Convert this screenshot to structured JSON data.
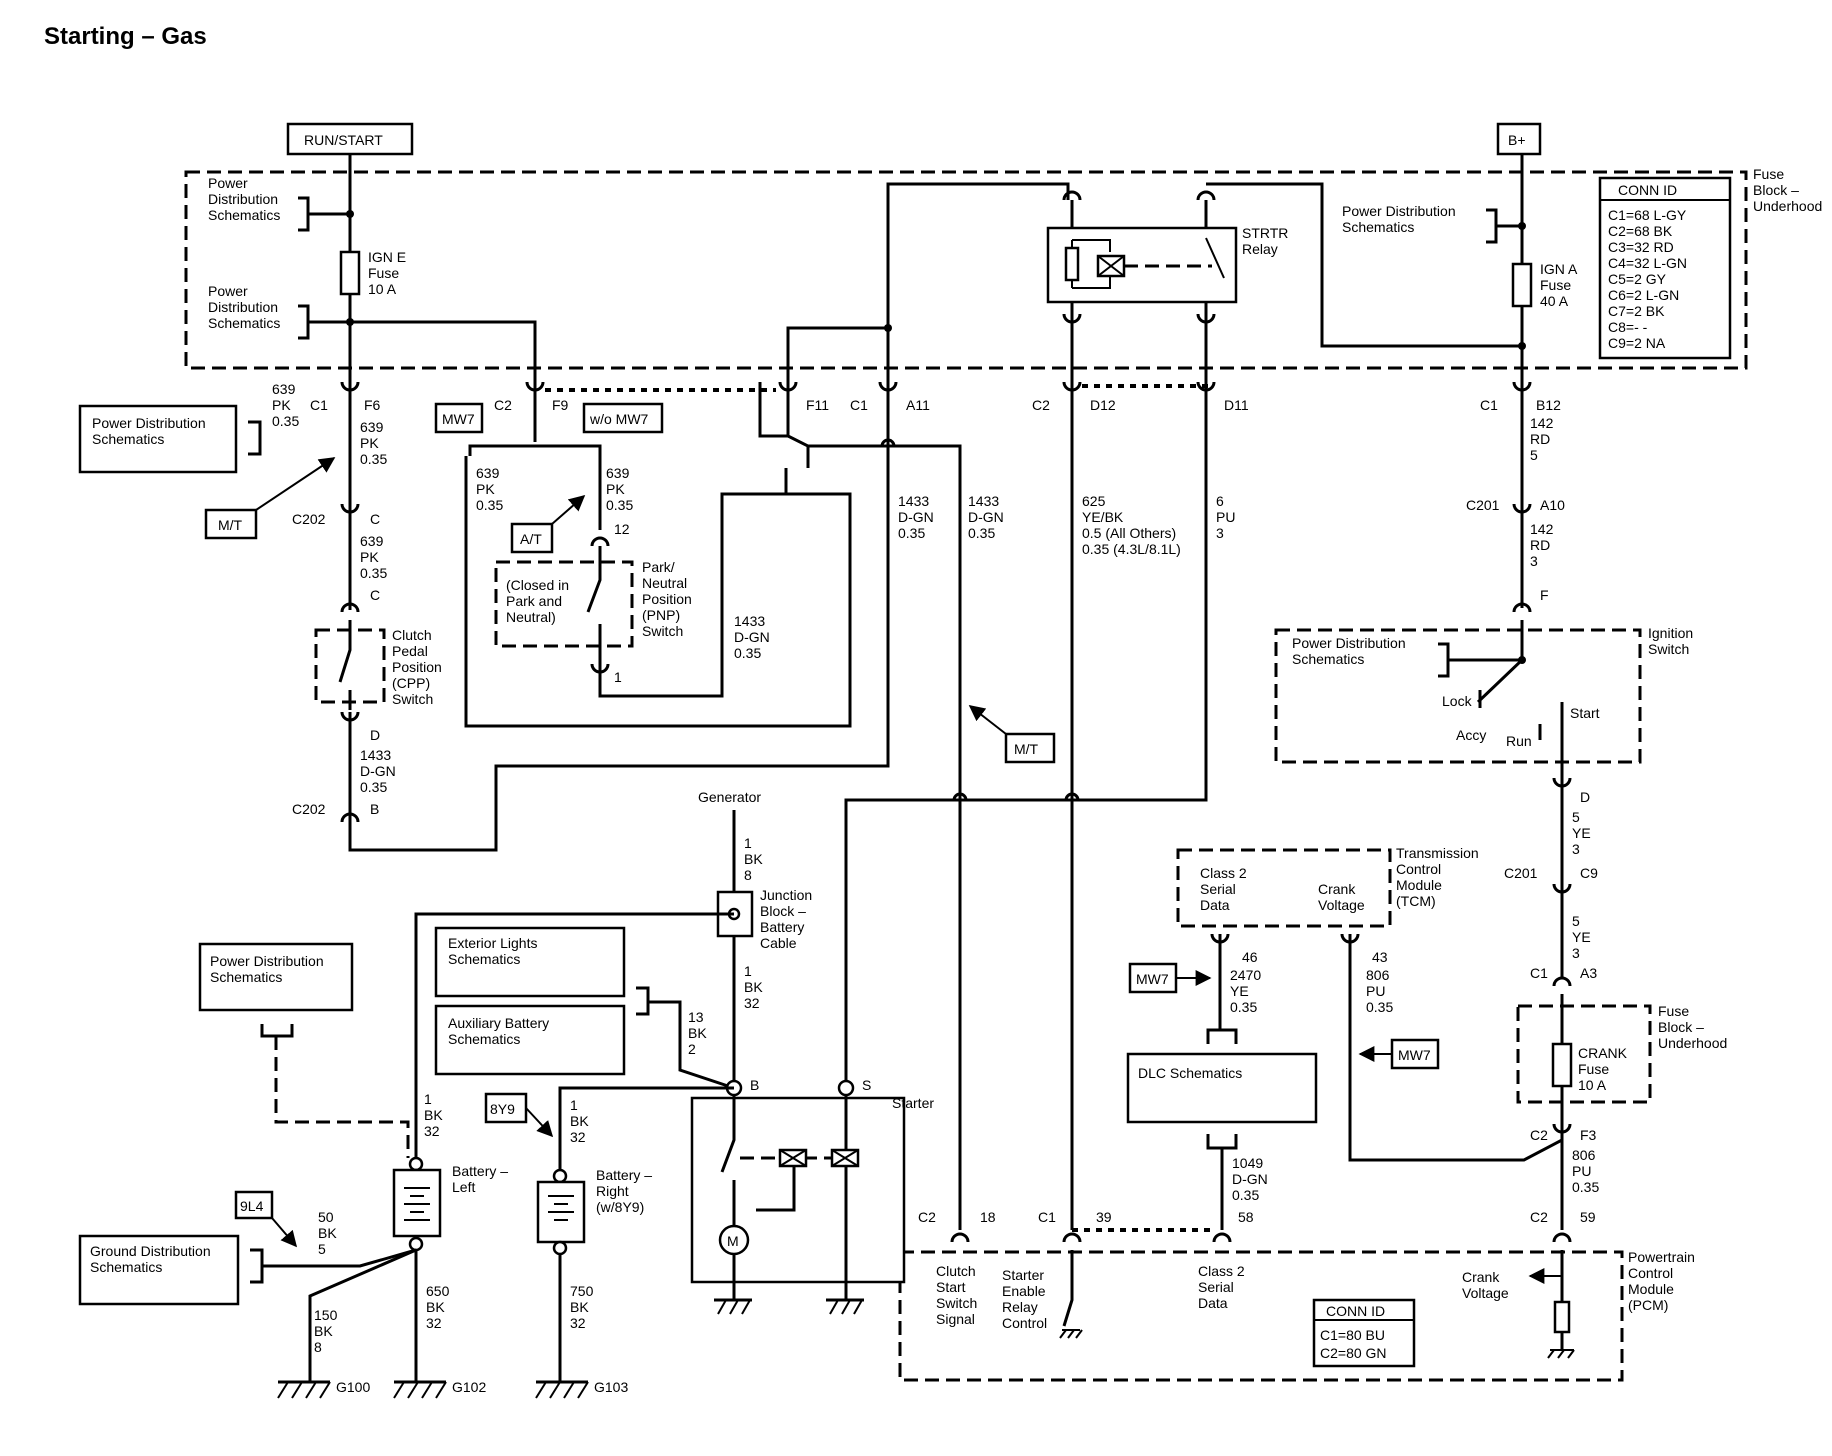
{
  "title": "Starting – Gas",
  "power": {
    "run_start": "RUN/START",
    "b_plus": "B+"
  },
  "fuse_block": {
    "name": [
      "Fuse",
      "Block –",
      "Underhood"
    ],
    "conn_title": "CONN ID",
    "conn_lines": [
      "C1=68 L-GY",
      "C2=68 BK",
      "C3=32 RD",
      "C4=32 L-GN",
      "C5=2 GY",
      "C6=2 L-GN",
      "C7=2 BK",
      "C8=- -",
      "C9=2 NA"
    ],
    "pds1": [
      "Power",
      "Distribution",
      "Schematics"
    ],
    "pds2": [
      "Power",
      "Distribution",
      "Schematics"
    ],
    "pds3": [
      "Power Distribution",
      "Schematics"
    ],
    "ign_e": [
      "IGN E",
      "Fuse",
      "10 A"
    ],
    "ign_a": [
      "IGN A",
      "Fuse",
      "40 A"
    ],
    "relay": [
      "STRTR",
      "Relay"
    ]
  },
  "connectors": {
    "c1_left": "C1",
    "f6": "F6",
    "c2": "C2",
    "f9": "F9",
    "f11": "F11",
    "c1_mid": "C1",
    "a11": "A11",
    "c2_d12": "C2",
    "d12": "D12",
    "d11": "D11",
    "c1_b12": "C1",
    "b12": "B12",
    "c202_top": "C202",
    "c_top": "C",
    "c_mid": "C",
    "d": "D",
    "c202_bot": "C202",
    "b": "B",
    "c201_top": "C201",
    "a10": "A10",
    "f": "F",
    "d_ign": "D",
    "c201_bot": "C201",
    "c9": "C9",
    "c1_a3": "C1",
    "a3": "A3",
    "c2_f3": "C2",
    "f3": "F3",
    "c2_59": "C2",
    "p59": "59",
    "c2_18": "C2",
    "p18": "18",
    "c1_39": "C1",
    "p39": "39",
    "p58": "58",
    "p12": "12",
    "p1": "1",
    "p46": "46",
    "p43": "43",
    "b_term": "B",
    "s_term": "S"
  },
  "wires": {
    "w639_c1": [
      "639",
      "PK",
      "0.35"
    ],
    "w639_f6": [
      "639",
      "PK",
      "0.35"
    ],
    "w639_c202": [
      "639",
      "PK",
      "0.35"
    ],
    "w639_mw7": [
      "639",
      "PK",
      "0.35"
    ],
    "w639_at": [
      "639",
      "PK",
      "0.35"
    ],
    "w1433_cpp": [
      "1433",
      "D-GN",
      "0.35"
    ],
    "w1433_pnp": [
      "1433",
      "D-GN",
      "0.35"
    ],
    "w1433_a": [
      "1433",
      "D-GN",
      "0.35"
    ],
    "w1433_b": [
      "1433",
      "D-GN",
      "0.35"
    ],
    "w625": [
      "625",
      "YE/BK",
      "0.5 (All Others)",
      "0.35 (4.3L/8.1L)"
    ],
    "w6": [
      "6",
      "PU",
      "3"
    ],
    "w142a": [
      "142",
      "RD",
      "5"
    ],
    "w142b": [
      "142",
      "RD",
      "3"
    ],
    "w5a": [
      "5",
      "YE",
      "3"
    ],
    "w5b": [
      "5",
      "YE",
      "3"
    ],
    "w806a": [
      "806",
      "PU",
      "0.35"
    ],
    "w806b": [
      "806",
      "PU",
      "0.35"
    ],
    "w2470": [
      "2470",
      "YE",
      "0.35"
    ],
    "w1049": [
      "1049",
      "D-GN",
      "0.35"
    ],
    "w1bk8": [
      "1",
      "BK",
      "8"
    ],
    "w1bk32a": [
      "1",
      "BK",
      "32"
    ],
    "w13": [
      "13",
      "BK",
      "2"
    ],
    "w1bk32b": [
      "1",
      "BK",
      "32"
    ],
    "w1bk32c": [
      "1",
      "BK",
      "32"
    ],
    "w50": [
      "50",
      "BK",
      "5"
    ],
    "w150": [
      "150",
      "BK",
      "8"
    ],
    "w650": [
      "650",
      "BK",
      "32"
    ],
    "w750": [
      "750",
      "BK",
      "32"
    ]
  },
  "options": {
    "mw7": "MW7",
    "wo_mw7": "w/o MW7",
    "mt": "M/T",
    "at": "A/T",
    "y9": "8Y9",
    "l4": "9L4"
  },
  "components": {
    "pds_left": [
      "Power Distribution",
      "Schematics"
    ],
    "cpp": [
      "Clutch",
      "Pedal",
      "Position",
      "(CPP)",
      "Switch"
    ],
    "pnp": [
      "Park/",
      "Neutral",
      "Position",
      "(PNP)",
      "Switch"
    ],
    "pnp_note": [
      "(Closed in",
      "Park and",
      "Neutral)"
    ],
    "ignition": [
      "Ignition",
      "Switch"
    ],
    "ign_pds": [
      "Power Distribution",
      "Schematics"
    ],
    "lock": "Lock",
    "accy": "Accy",
    "run": "Run",
    "start": "Start",
    "generator": "Generator",
    "junction": [
      "Junction",
      "Block –",
      "Battery",
      "Cable"
    ],
    "ext_lights": [
      "Exterior Lights",
      "Schematics"
    ],
    "aux_batt": [
      "Auxiliary Battery",
      "Schematics"
    ],
    "pds_lower": [
      "Power Distribution",
      "Schematics"
    ],
    "gds": [
      "Ground Distribution",
      "Schematics"
    ],
    "batt_left": [
      "Battery –",
      "Left"
    ],
    "batt_right": [
      "Battery –",
      "Right",
      "(w/8Y9)"
    ],
    "starter": "Starter",
    "motor": "M",
    "tcm": [
      "Transmission",
      "Control",
      "Module",
      "(TCM)"
    ],
    "tcm_serial": [
      "Class 2",
      "Serial",
      "Data"
    ],
    "tcm_crank": [
      "Crank",
      "Voltage"
    ],
    "dlc": "DLC Schematics",
    "crank_fuse": [
      "CRANK",
      "Fuse",
      "10 A"
    ],
    "fuse_block_lower": [
      "Fuse",
      "Block –",
      "Underhood"
    ],
    "pcm": [
      "Powertrain",
      "Control",
      "Module",
      "(PCM)"
    ],
    "pcm_clutch": [
      "Clutch",
      "Start",
      "Switch",
      "Signal"
    ],
    "pcm_relay": [
      "Starter",
      "Enable",
      "Relay",
      "Control"
    ],
    "pcm_serial": [
      "Class 2",
      "Serial",
      "Data"
    ],
    "pcm_crank": [
      "Crank",
      "Voltage"
    ],
    "pcm_conn_title": "CONN ID",
    "pcm_conn_lines": [
      "C1=80 BU",
      "C2=80 GN"
    ],
    "grounds": [
      "G100",
      "G102",
      "G103"
    ]
  }
}
